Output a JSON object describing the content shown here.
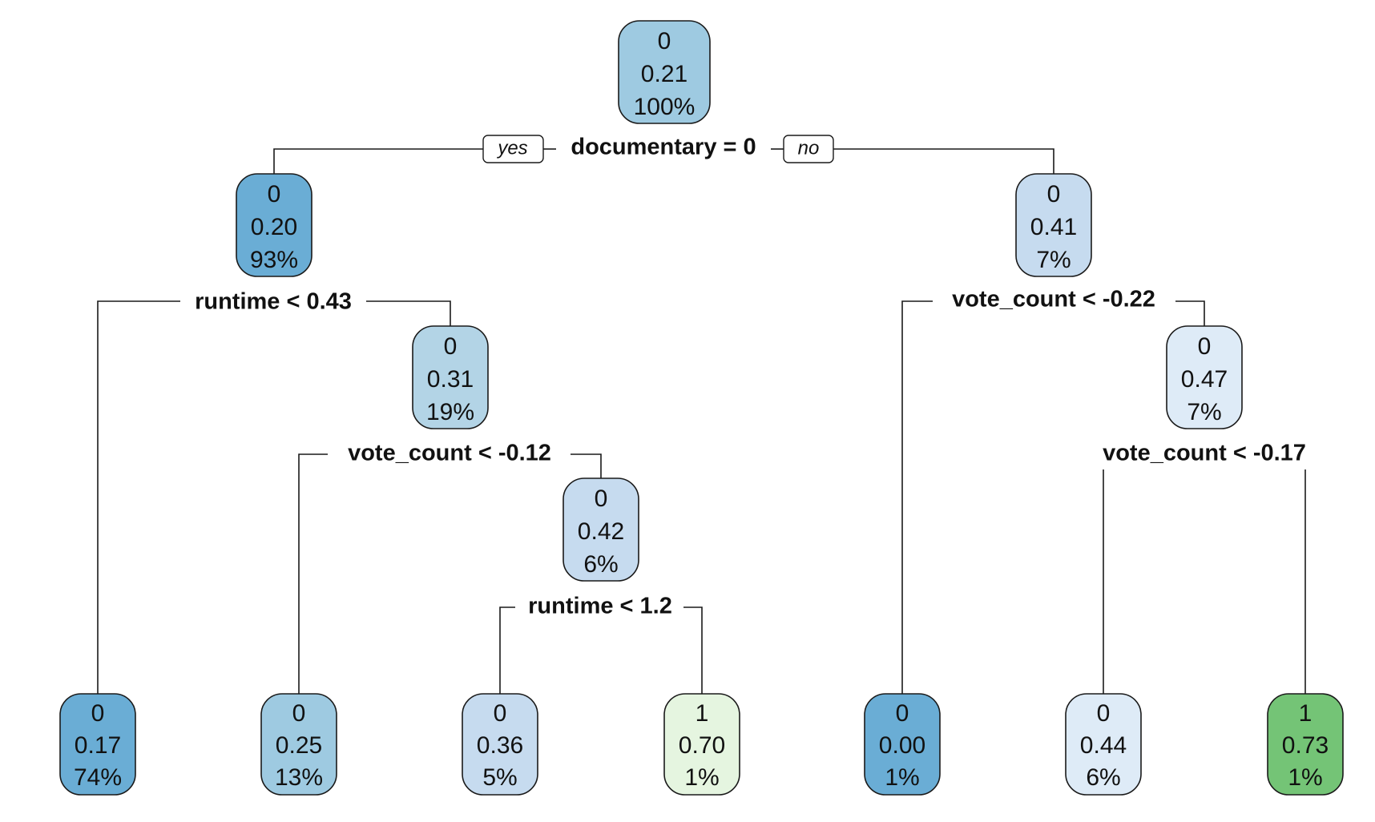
{
  "colors": {
    "node_darkblue": "#6aadd5",
    "node_blue": "#9ecae1",
    "node_midblue": "#b3d4e6",
    "node_lightblue": "#c6dbef",
    "node_paleblue": "#deebf7",
    "node_palegreen": "#e5f5e0",
    "node_green": "#74c476",
    "edge": "#1a1a1a"
  },
  "branch_labels": {
    "yes": "yes",
    "no": "no"
  },
  "nodes": {
    "root": {
      "class": "0",
      "prob": "0.21",
      "pct": "100%"
    },
    "n2": {
      "class": "0",
      "prob": "0.20",
      "pct": "93%"
    },
    "n3": {
      "class": "0",
      "prob": "0.41",
      "pct": "7%"
    },
    "n5": {
      "class": "0",
      "prob": "0.31",
      "pct": "19%"
    },
    "n7": {
      "class": "0",
      "prob": "0.47",
      "pct": "7%"
    },
    "n11": {
      "class": "0",
      "prob": "0.42",
      "pct": "6%"
    },
    "leaf1": {
      "class": "0",
      "prob": "0.17",
      "pct": "74%"
    },
    "leaf2": {
      "class": "0",
      "prob": "0.25",
      "pct": "13%"
    },
    "leaf3": {
      "class": "0",
      "prob": "0.36",
      "pct": "5%"
    },
    "leaf4": {
      "class": "1",
      "prob": "0.70",
      "pct": "1%"
    },
    "leaf5": {
      "class": "0",
      "prob": "0.00",
      "pct": "1%"
    },
    "leaf6": {
      "class": "0",
      "prob": "0.44",
      "pct": "6%"
    },
    "leaf7": {
      "class": "1",
      "prob": "0.73",
      "pct": "1%"
    }
  },
  "splits": {
    "root": "documentary = 0",
    "n2": "runtime < 0.43",
    "n3": "vote_count < -0.22",
    "n5": "vote_count < -0.12",
    "n7": "vote_count < -0.17",
    "n11": "runtime < 1.2"
  }
}
